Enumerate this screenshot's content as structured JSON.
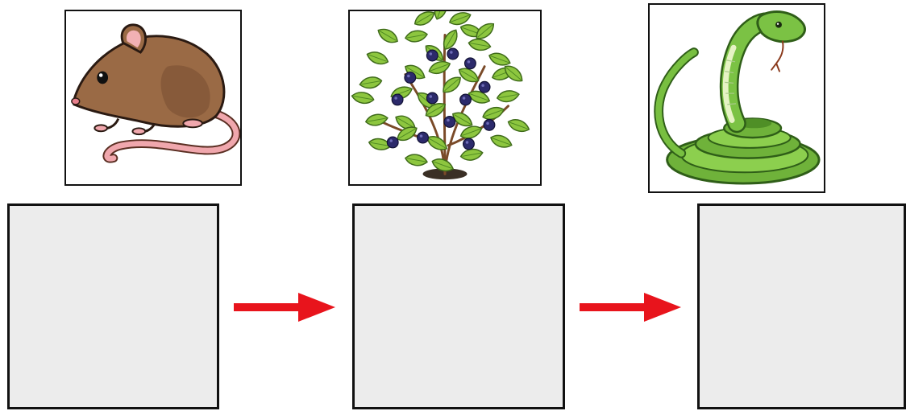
{
  "organisms": [
    {
      "name": "mouse"
    },
    {
      "name": "berry bush"
    },
    {
      "name": "snake"
    }
  ],
  "answer_slots": [
    {
      "value": ""
    },
    {
      "value": ""
    },
    {
      "value": ""
    }
  ],
  "arrows": {
    "color": "#e8141c",
    "direction": "right",
    "count": 2
  },
  "slot_fill_color": "#ececec",
  "border_color": "#111111"
}
